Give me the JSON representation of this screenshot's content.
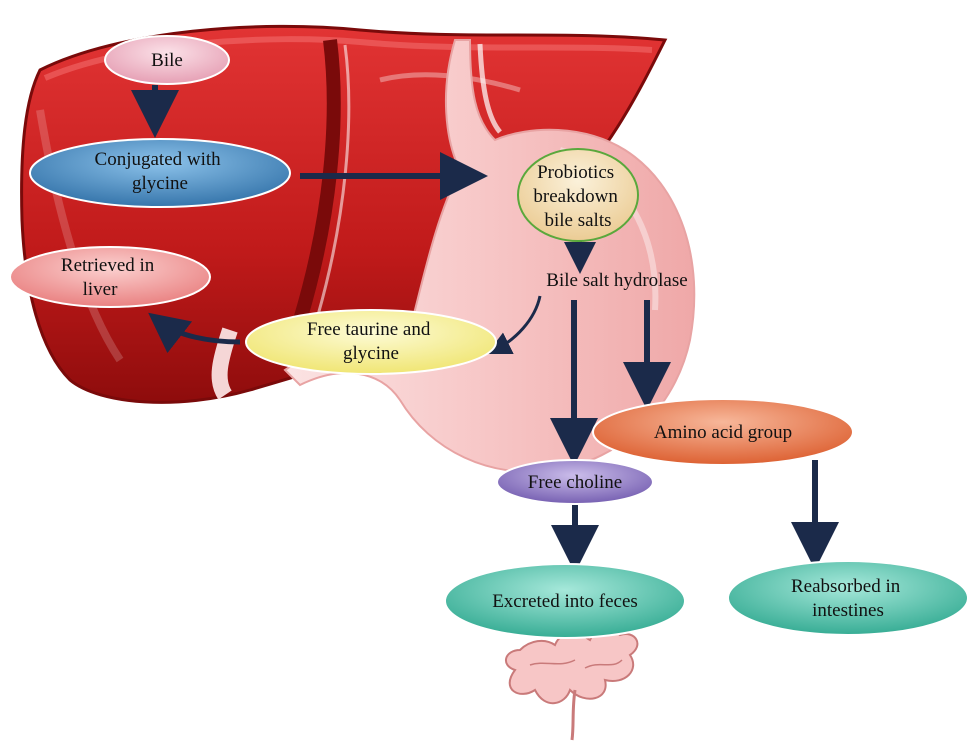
{
  "nodes": {
    "bile": "Bile",
    "conjugated": [
      "Conjugated with",
      "glycine"
    ],
    "probiotics": [
      "Probiotics",
      "breakdown",
      "bile salts"
    ],
    "hydrolase": "Bile salt hydrolase",
    "retrieved": [
      "Retrieved in",
      "liver"
    ],
    "taurine": [
      "Free taurine and",
      "glycine"
    ],
    "amino": "Amino acid group",
    "choline": "Free choline",
    "feces": "Excreted into feces",
    "reabsorbed": [
      "Reabsorbed in",
      "intestines"
    ]
  },
  "colors": {
    "liver": "#c41e1e",
    "liver_dark": "#7a0a0a",
    "stomach": "#f6c9c9",
    "arrow": "#1b2a4a",
    "bile_node": "#f2b8c6",
    "conjugated_node": "#3f86c0",
    "probiotics_node": "#f3deb2",
    "retrieved_node": "#f28f8f",
    "taurine_node": "#f7f08e",
    "amino_node": "#e8703d",
    "choline_node": "#8a72c0",
    "feces_node": "#3fb8a0",
    "reabsorbed_node": "#3fb8a0"
  }
}
